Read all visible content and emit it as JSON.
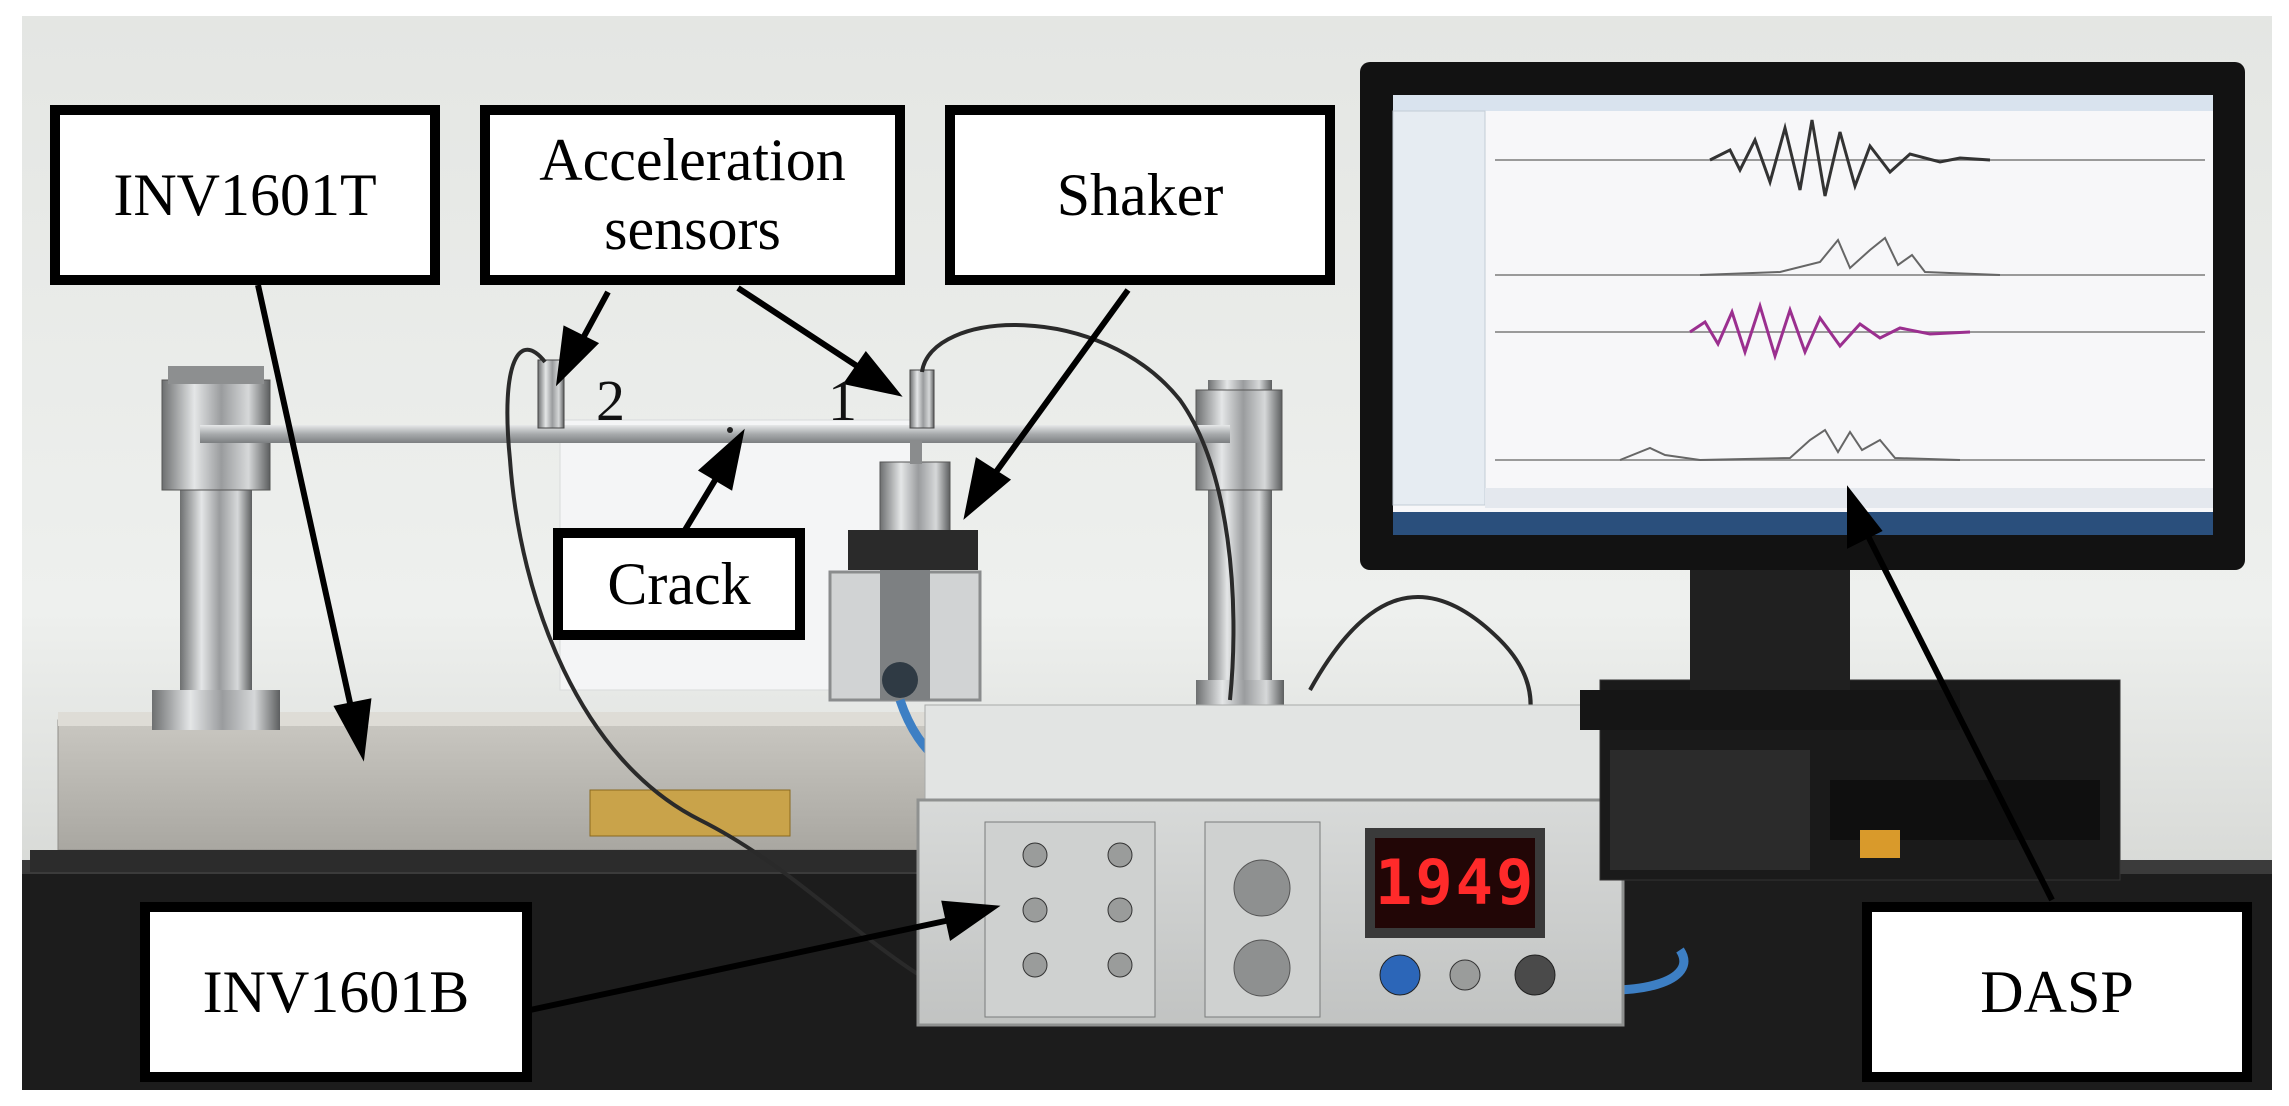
{
  "labels": {
    "inv1601t": "INV1601T",
    "acceleration_sensors": "Acceleration\nsensors",
    "shaker": "Shaker",
    "crack": "Crack",
    "inv1601b": "INV1601B",
    "dasp": "DASP"
  },
  "sensor_numbers": {
    "sensor_1": "1",
    "sensor_2": "2"
  },
  "device_display": "1949",
  "colors": {
    "callout_border": "#000000",
    "callout_fill": "#ffffff",
    "wall": "#e9ebe8",
    "table": "#1c1c1c",
    "readout_text": "#ff2a2a",
    "trace_dark": "#333333",
    "trace_purple": "#9b2f8f"
  }
}
